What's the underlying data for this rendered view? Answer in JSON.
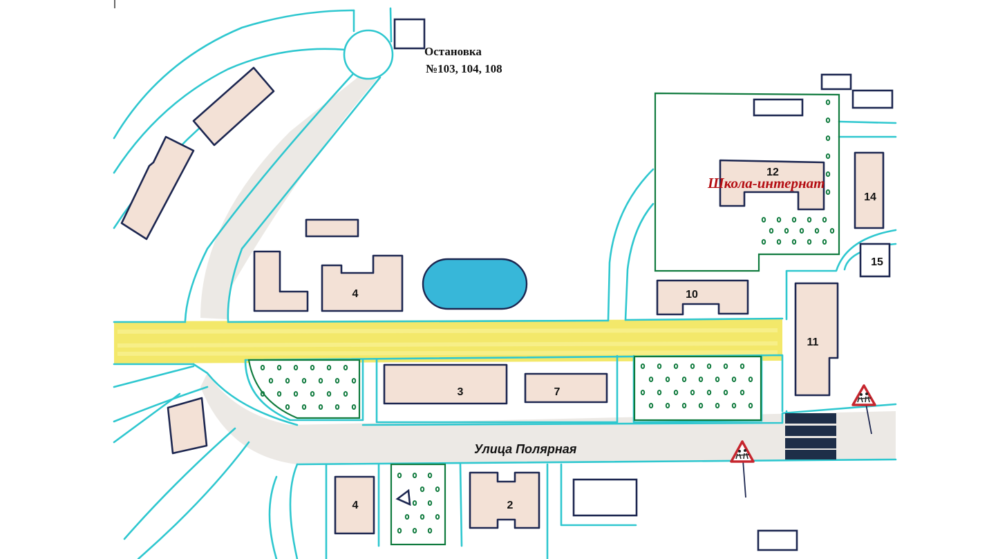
{
  "map": {
    "bus_stop": {
      "line1": "Остановка",
      "line2": "№103, 104, 108"
    },
    "school_label": "Школа-интернат",
    "street_label": "Улица Полярная",
    "buildings": {
      "b4_north": "4",
      "b4_south": "4",
      "b2": "2",
      "b3": "3",
      "b7": "7",
      "b10": "10",
      "b11": "11",
      "b12": "12",
      "b14": "14",
      "b15": "15"
    },
    "colors": {
      "road": "#2ec7cf",
      "building_outline": "#1c2650",
      "park": "#0f7a3d",
      "main_road": "#f2e65a",
      "pond": "#37b7d9",
      "label_red": "#b40d12"
    },
    "icons": [
      "children-crossing-sign-icon",
      "pedestrian-crossing-icon",
      "pond-icon",
      "bus-stop-icon"
    ]
  }
}
